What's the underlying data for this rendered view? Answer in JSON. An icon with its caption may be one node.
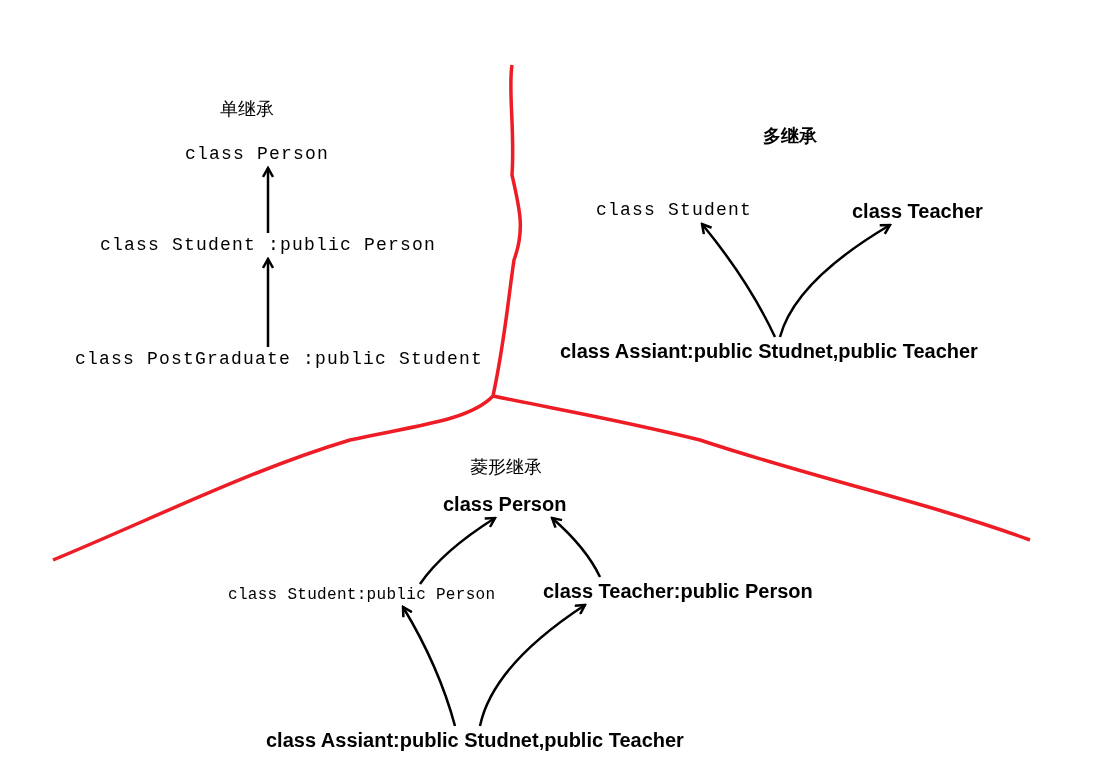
{
  "diagram": {
    "nodes": [
      {
        "text": [
          "class Person"
        ]
      },
      {
        "text": [
          "class Student :public Person"
        ]
      },
      {
        "text": [
          "class PostGraduate :public Student"
        ]
      },
      {
        "text": [
          "class Student"
        ]
      },
      {
        "text": [
          "class Teacher"
        ]
      },
      {
        "text": [
          "class Assiant:public Studnet,public Teacher"
        ]
      },
      {
        "text": [
          "class Person"
        ]
      },
      {
        "text": [
          "class Student:public Person"
        ]
      },
      {
        "text": [
          "class Teacher:public Person"
        ]
      },
      {
        "text": [
          "class Assiant:public Studnet,public Teacher"
        ]
      }
    ],
    "edges": [
      {
        "from": 1,
        "to": 0,
        "arrow": "to"
      },
      {
        "from": 2,
        "to": 1,
        "arrow": "to"
      },
      {
        "from": 5,
        "to": 3,
        "arrow": "to"
      },
      {
        "from": 5,
        "to": 4,
        "arrow": "to"
      },
      {
        "from": 7,
        "to": 6,
        "arrow": "to"
      },
      {
        "from": 8,
        "to": 6,
        "arrow": "to"
      },
      {
        "from": 9,
        "to": 7,
        "arrow": "to"
      },
      {
        "from": 9,
        "to": 8,
        "arrow": "to"
      }
    ],
    "labels": [
      "单继承",
      "多继承",
      "菱形继承"
    ]
  }
}
